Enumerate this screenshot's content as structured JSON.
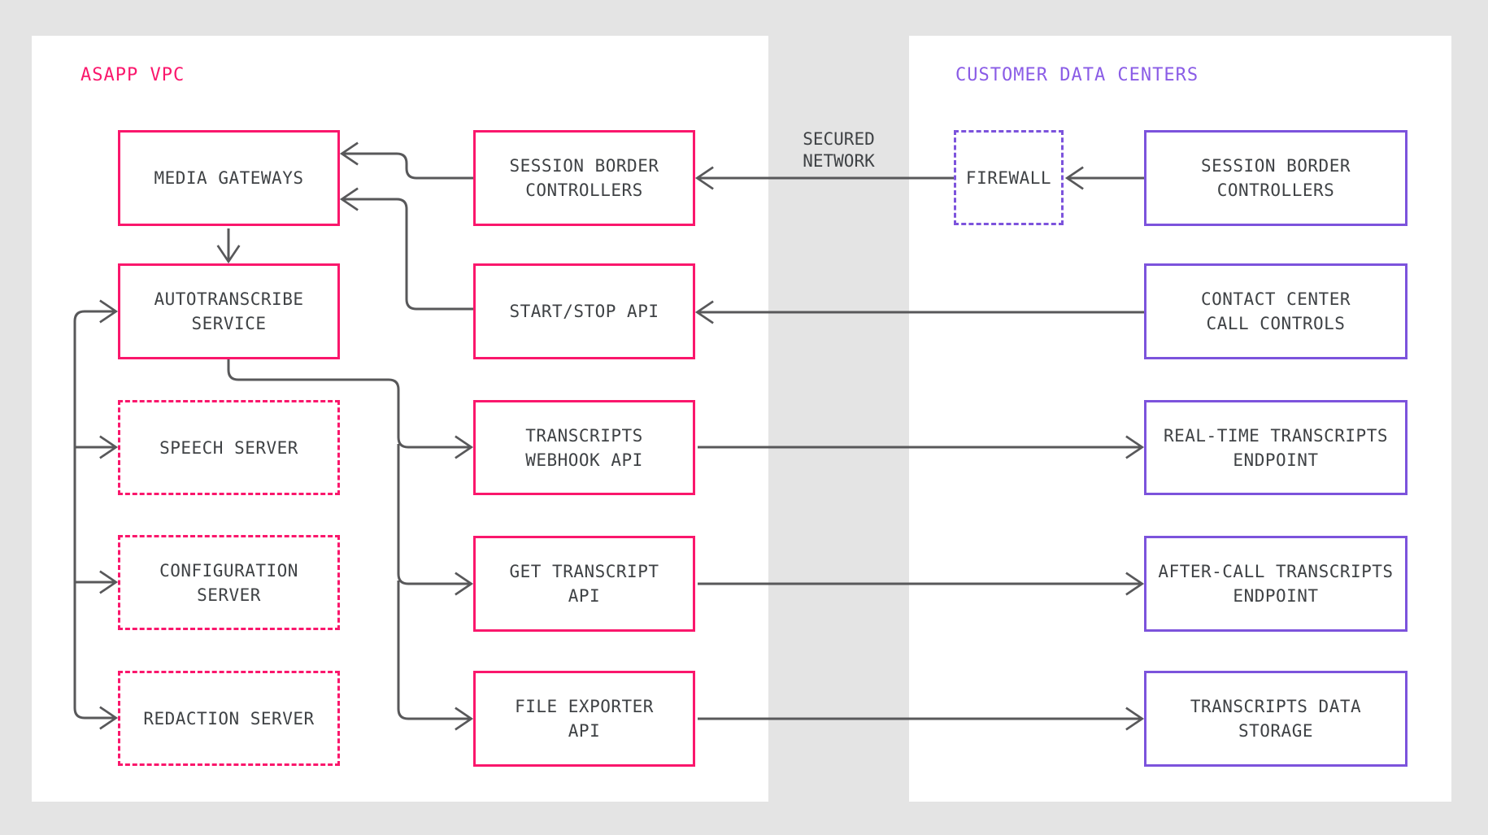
{
  "panels": {
    "asapp_vpc": {
      "title": "ASAPP VPC"
    },
    "customer": {
      "title": "CUSTOMER DATA CENTERS"
    }
  },
  "labels": {
    "secured_network": "SECURED\nNETWORK"
  },
  "nodes": {
    "media_gateways": {
      "label": "MEDIA GATEWAYS",
      "panel": "asapp_vpc",
      "border": "solid-pink"
    },
    "autotranscribe_service": {
      "label": "AUTOTRANSCRIBE\nSERVICE",
      "panel": "asapp_vpc",
      "border": "solid-pink"
    },
    "speech_server": {
      "label": "SPEECH SERVER",
      "panel": "asapp_vpc",
      "border": "dashed-pink"
    },
    "configuration_server": {
      "label": "CONFIGURATION\nSERVER",
      "panel": "asapp_vpc",
      "border": "dashed-pink"
    },
    "redaction_server": {
      "label": "REDACTION SERVER",
      "panel": "asapp_vpc",
      "border": "dashed-pink"
    },
    "session_border_controllers_asapp": {
      "label": "SESSION BORDER\nCONTROLLERS",
      "panel": "asapp_vpc",
      "border": "solid-pink"
    },
    "start_stop_api": {
      "label": "START/STOP API",
      "panel": "asapp_vpc",
      "border": "solid-pink"
    },
    "transcripts_webhook_api": {
      "label": "TRANSCRIPTS\nWEBHOOK API",
      "panel": "asapp_vpc",
      "border": "solid-pink"
    },
    "get_transcript_api": {
      "label": "GET TRANSCRIPT\nAPI",
      "panel": "asapp_vpc",
      "border": "solid-pink"
    },
    "file_exporter_api": {
      "label": "FILE EXPORTER\nAPI",
      "panel": "asapp_vpc",
      "border": "solid-pink"
    },
    "firewall": {
      "label": "FIREWALL",
      "panel": "customer",
      "border": "dashed-purple"
    },
    "session_border_controllers_customer": {
      "label": "SESSION BORDER\nCONTROLLERS",
      "panel": "customer",
      "border": "solid-purple"
    },
    "contact_center_call_controls": {
      "label": "CONTACT CENTER\nCALL CONTROLS",
      "panel": "customer",
      "border": "solid-purple"
    },
    "real_time_transcripts_endpoint": {
      "label": "REAL-TIME TRANSCRIPTS\nENDPOINT",
      "panel": "customer",
      "border": "solid-purple"
    },
    "after_call_transcripts_endpoint": {
      "label": "AFTER-CALL TRANSCRIPTS\nENDPOINT",
      "panel": "customer",
      "border": "solid-purple"
    },
    "transcripts_data_storage": {
      "label": "TRANSCRIPTS DATA\nSTORAGE",
      "panel": "customer",
      "border": "solid-purple"
    }
  },
  "connections": [
    {
      "from": "session_border_controllers_customer",
      "to": "firewall"
    },
    {
      "from": "firewall",
      "to": "session_border_controllers_asapp",
      "label": "SECURED NETWORK"
    },
    {
      "from": "session_border_controllers_asapp",
      "to": "media_gateways"
    },
    {
      "from": "start_stop_api",
      "to": "media_gateways"
    },
    {
      "from": "media_gateways",
      "to": "autotranscribe_service"
    },
    {
      "from": "autotranscribe_service",
      "to": "speech_server",
      "bidirectional": true
    },
    {
      "from": "autotranscribe_service",
      "to": "configuration_server",
      "bidirectional": true
    },
    {
      "from": "autotranscribe_service",
      "to": "redaction_server",
      "bidirectional": true
    },
    {
      "from": "contact_center_call_controls",
      "to": "start_stop_api"
    },
    {
      "from": "autotranscribe_service",
      "to": "transcripts_webhook_api"
    },
    {
      "from": "autotranscribe_service",
      "to": "get_transcript_api"
    },
    {
      "from": "autotranscribe_service",
      "to": "file_exporter_api"
    },
    {
      "from": "transcripts_webhook_api",
      "to": "real_time_transcripts_endpoint"
    },
    {
      "from": "get_transcript_api",
      "to": "after_call_transcripts_endpoint"
    },
    {
      "from": "file_exporter_api",
      "to": "transcripts_data_storage"
    }
  ],
  "colors": {
    "pink": "#FA176C",
    "purple": "#7C53DC",
    "purple_title": "#8A5CE6",
    "pink_title": "#FA176C",
    "line": "#58585A",
    "text": "#3F4245",
    "panel_bg": "#FFFFFF",
    "page_bg": "#E4E4E4"
  }
}
